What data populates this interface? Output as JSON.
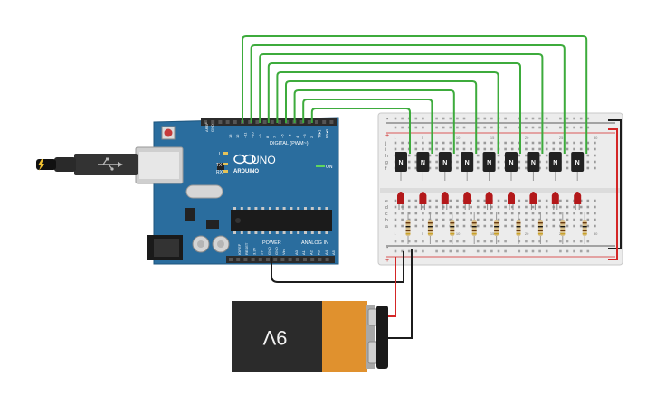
{
  "colors": {
    "background": "#ffffff",
    "arduino_board": "#2a6d9e",
    "breadboard": "#e9e9e9",
    "wire_green": "#3dab3c",
    "wire_black": "#1c1c1c",
    "wire_red": "#d42626",
    "battery_body": "#2b2b2b",
    "battery_band": "#e0912e",
    "led_red": "#b3181a",
    "transistor": "#222222"
  },
  "arduino": {
    "logo_text": "ARDUINO",
    "model": "UNO",
    "digital_label": "DIGITAL (PWM~)",
    "power_label": "POWER",
    "analog_label": "ANALOG IN",
    "on_label": "ON",
    "l_label": "L",
    "tx_label": "TX",
    "rx_label": "RX",
    "aref_label": "AREF",
    "gnd_label": "GND",
    "digital_pins": [
      "13",
      "12",
      "~11",
      "~10",
      "~9",
      "8",
      "7",
      "~6",
      "~5",
      "4",
      "~3",
      "2",
      "TX▸1",
      "RX◂0"
    ],
    "power_pins": [
      "IOREF",
      "RESET",
      "3.3V",
      "5V",
      "GND",
      "GND",
      "Vin"
    ],
    "analog_pins": [
      "A0",
      "A1",
      "A2",
      "A3",
      "A4",
      "A5"
    ],
    "usb_icon": "usb-icon"
  },
  "battery": {
    "label": "9V"
  },
  "breadboard": {
    "top_row_labels": [
      "j",
      "i",
      "h",
      "g",
      "f"
    ],
    "bottom_row_labels": [
      "e",
      "d",
      "c",
      "b",
      "a"
    ],
    "rail_plus": "+",
    "rail_minus": "-",
    "transistor_label": "N",
    "column_numbers": [
      "1",
      "5",
      "10",
      "15",
      "20",
      "25",
      "30"
    ],
    "channel_count": 9
  }
}
